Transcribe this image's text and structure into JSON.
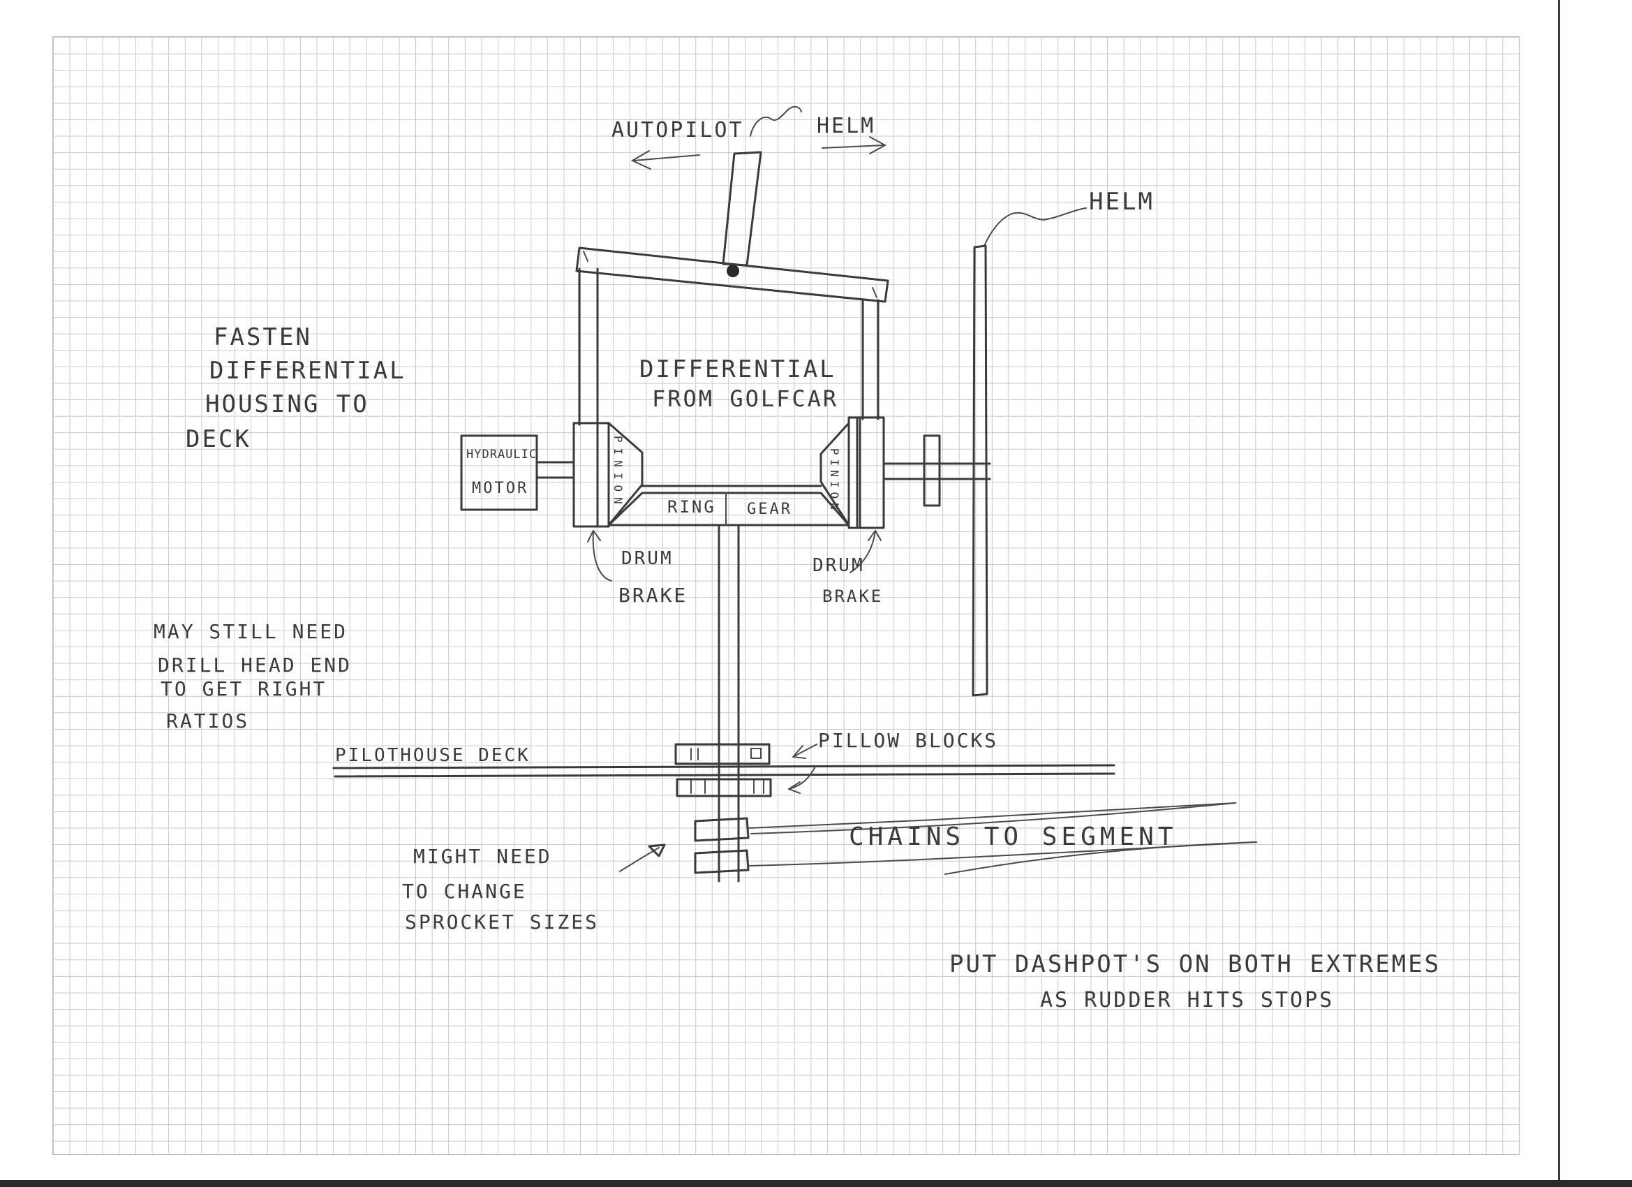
{
  "labels": {
    "autopilot": "AUTOPILOT",
    "helm_top": "HELM",
    "helm_right": "HELM",
    "fasten_line1": "FASTEN",
    "fasten_line2": "DIFFERENTIAL",
    "fasten_line3": "HOUSING TO",
    "fasten_line4": "DECK",
    "differential_line1": "DIFFERENTIAL",
    "differential_line2": "FROM GOLFCAR",
    "hydraulic_line1": "HYDRAULIC",
    "hydraulic_line2": "MOTOR",
    "pinion_left": "PINION",
    "pinion_right": "PINION",
    "ring_gear_left": "RING",
    "ring_gear_right": "GEAR",
    "drum_brake_left_line1": "DRUM",
    "drum_brake_left_line2": "BRAKE",
    "drum_brake_right_line1": "DRUM",
    "drum_brake_right_line2": "BRAKE",
    "may_still_line1": "MAY STILL NEED",
    "may_still_line2": "DRILL HEAD END",
    "may_still_line3": "TO GET RIGHT",
    "may_still_line4": "RATIOS",
    "pilothouse_deck": "PILOTHOUSE DECK",
    "pillow_blocks": "PILLOW BLOCKS",
    "chains_to_segment": "CHAINS TO SEGMENT",
    "might_need_line1": "MIGHT NEED",
    "might_need_line2": "TO CHANGE",
    "might_need_line3": "SPROCKET SIZES",
    "dashpot_line1": "PUT DASHPOT'S ON BOTH EXTREMES",
    "dashpot_line2": "AS RUDDER HITS STOPS"
  },
  "colors": {
    "ink": "#3a3a3a",
    "grid": "#c9c9c9",
    "paper": "#ffffff"
  }
}
